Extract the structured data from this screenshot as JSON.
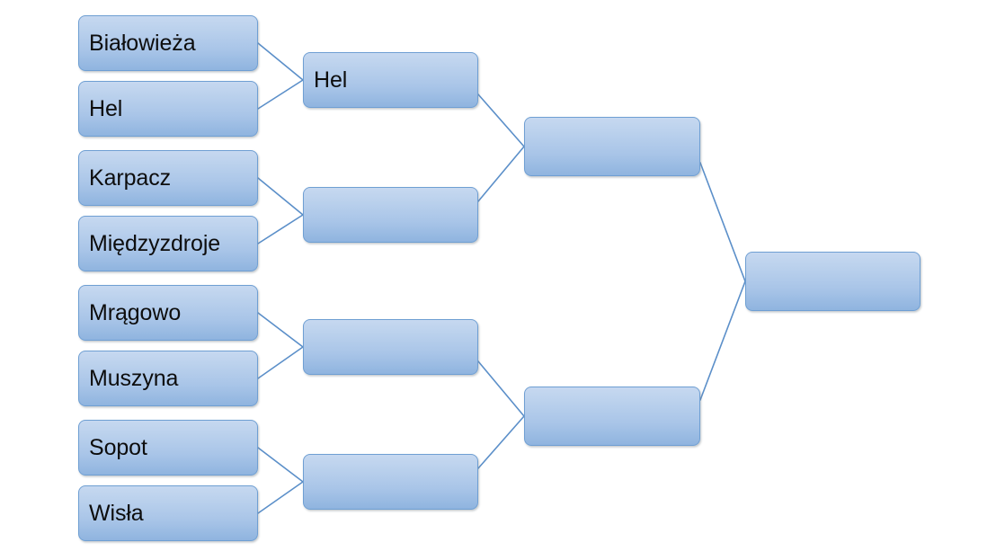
{
  "diagram": {
    "title": "Tournament bracket",
    "type": "single-elimination-bracket",
    "colors": {
      "box_fill_top": "#c6d8f0",
      "box_fill_bottom": "#8fb4df",
      "box_border": "#6f9fd3",
      "connector_line": "#5b8fc9",
      "text": "#0d0d0d",
      "background": "#ffffff"
    },
    "rounds": [
      {
        "name": "round-1",
        "slots": [
          {
            "label": "Białowieża"
          },
          {
            "label": "Hel"
          },
          {
            "label": "Karpacz"
          },
          {
            "label": "Międzyzdroje"
          },
          {
            "label": "Mrągowo"
          },
          {
            "label": "Muszyna"
          },
          {
            "label": "Sopot"
          },
          {
            "label": "Wisła"
          }
        ]
      },
      {
        "name": "round-2",
        "slots": [
          {
            "label": "Hel"
          },
          {
            "label": ""
          },
          {
            "label": ""
          },
          {
            "label": ""
          }
        ]
      },
      {
        "name": "semifinal",
        "slots": [
          {
            "label": ""
          },
          {
            "label": ""
          }
        ]
      },
      {
        "name": "final",
        "slots": [
          {
            "label": ""
          }
        ]
      }
    ]
  }
}
